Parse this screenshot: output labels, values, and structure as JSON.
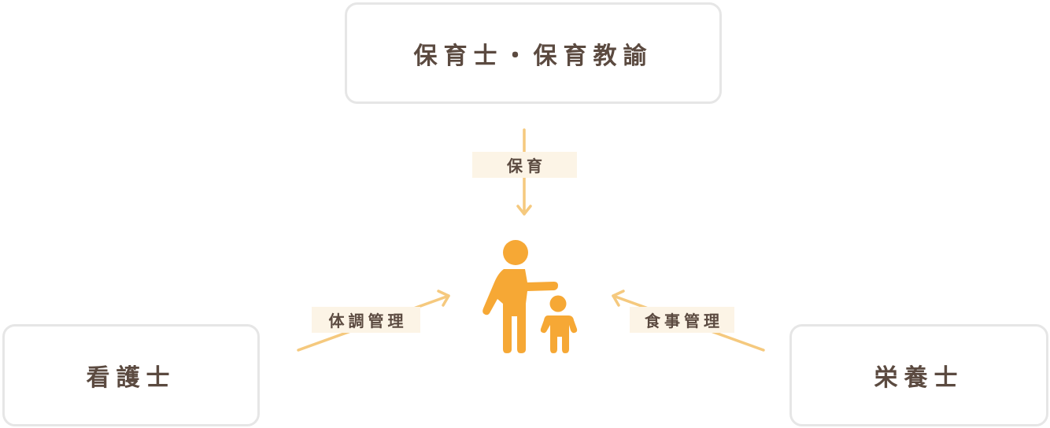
{
  "diagram": {
    "nodes": {
      "top": "保育士・保育教諭",
      "left": "看護士",
      "right": "栄養士"
    },
    "edges": {
      "top": "保育",
      "left": "体調管理",
      "right": "食事管理"
    },
    "center_icon": "adult-and-child-icon"
  },
  "colors": {
    "box_border": "#e6e6e6",
    "text": "#5b4a40",
    "label_bg": "#fcf4e6",
    "arrow": "#f5c97e",
    "figure": "#f6a835"
  }
}
